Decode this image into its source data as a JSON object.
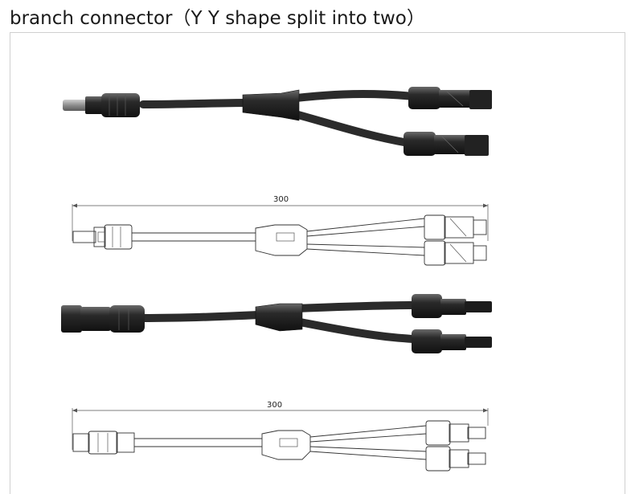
{
  "title": "branch connector（Y Y shape split into two）",
  "drawings": [
    {
      "dimension_label": "300"
    },
    {
      "dimension_label": "300"
    }
  ],
  "colors": {
    "cable": "#2b2b2b",
    "connector": "#1c1c1c",
    "outline": "#333333"
  }
}
